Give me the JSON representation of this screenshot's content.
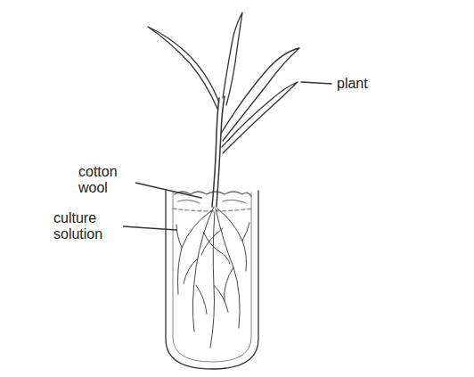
{
  "diagram": {
    "labels": [
      "plant",
      "cotton wool",
      "culture solution"
    ]
  }
}
